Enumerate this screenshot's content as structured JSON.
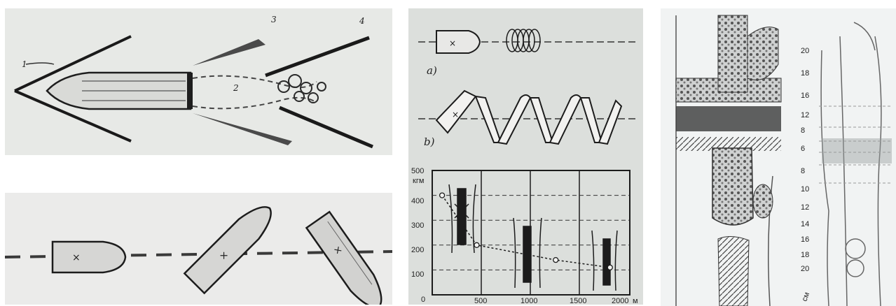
{
  "panels": {
    "shell_flight": {
      "labels": {
        "l1": "1",
        "l2": "2",
        "l3": "3",
        "l4": "4"
      }
    },
    "tumbling": {},
    "trajectory": {
      "label_a": "a)",
      "label_b": "b)"
    },
    "graph": {
      "y_unit": "кгм",
      "x_unit": "м",
      "y_ticks": [
        "500",
        "400",
        "300",
        "200",
        "100",
        "0"
      ],
      "x_ticks": [
        "500",
        "1000",
        "1500",
        "2000"
      ]
    },
    "bone_left": {},
    "bone_right": {
      "scale": [
        "20",
        "18",
        "16",
        "12",
        "8",
        "6",
        "8",
        "10",
        "12",
        "14",
        "16",
        "18",
        "20"
      ],
      "side_label": "см"
    }
  },
  "chart_data": {
    "type": "line",
    "title": "",
    "xlabel": "м",
    "ylabel": "кгм",
    "xlim": [
      0,
      2000
    ],
    "ylim": [
      0,
      500
    ],
    "x": [
      100,
      450,
      1250,
      1800
    ],
    "series": [
      {
        "values": [
          400,
          200,
          140,
          110
        ]
      }
    ]
  },
  "colors": {
    "ink": "#1e1e1e",
    "paper_left": "#e7e9e6",
    "paper_mid": "#dcdfdc",
    "paper_right": "#f1f3f3"
  }
}
